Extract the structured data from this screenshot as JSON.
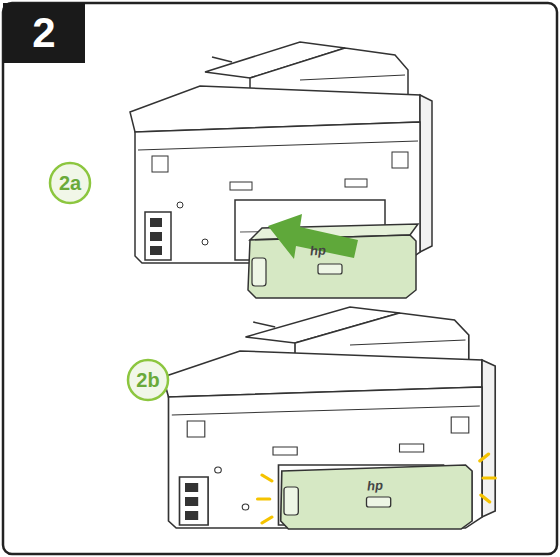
{
  "diagram": {
    "nodes": [
      {
        "text": [
          "2"
        ]
      },
      {
        "text": [
          "2a"
        ]
      },
      {
        "text": [
          "2b"
        ]
      }
    ],
    "labels": [
      "hp",
      "hp"
    ]
  }
}
